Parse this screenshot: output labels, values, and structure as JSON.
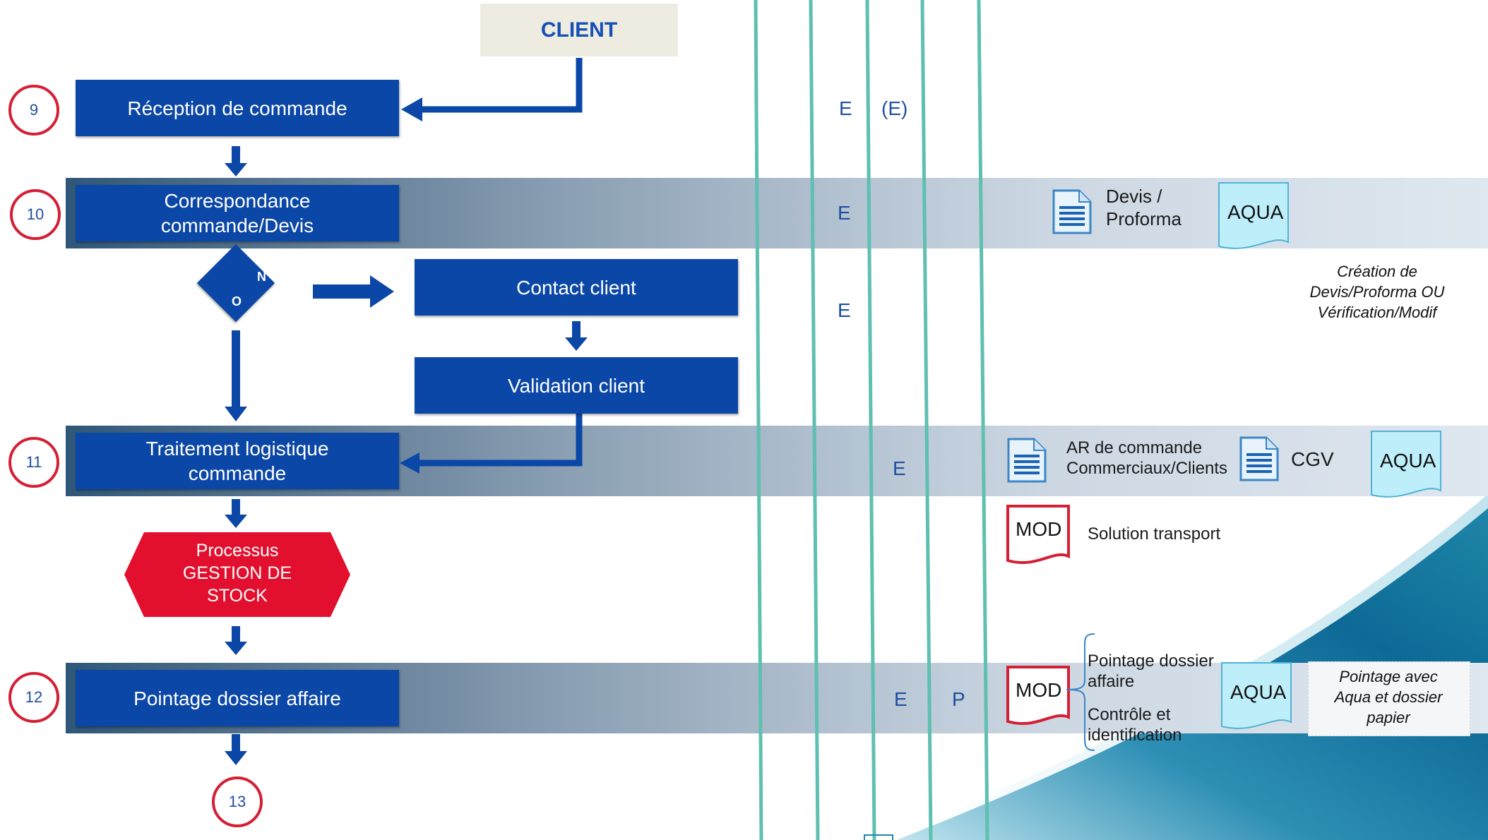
{
  "client": {
    "label": "CLIENT"
  },
  "steps": [
    {
      "number": "9",
      "label": "Réception de commande"
    },
    {
      "number": "10",
      "label": "Correspondance commande/Devis"
    },
    {
      "number": "11",
      "label": "Traitement logistique commande"
    },
    {
      "number": "12",
      "label": "Pointage dossier affaire"
    },
    {
      "number": "13"
    }
  ],
  "decision": {
    "yes": "O",
    "no": "N"
  },
  "side_boxes": {
    "contact": "Contact client",
    "validation": "Validation client"
  },
  "process": {
    "line1": "Processus",
    "line2": "GESTION DE",
    "line3": "STOCK"
  },
  "lane_letters": {
    "r9_a": "E",
    "r9_b": "(E)",
    "r10": "E",
    "r_contact": "E",
    "r11": "E",
    "r12_a": "E",
    "r12_b": "P"
  },
  "documents": {
    "devis_line1": "Devis /",
    "devis_line2": "Proforma",
    "aqua": "AQUA",
    "ar_line1": "AR de commande",
    "ar_line2": "Commerciaux/Clients",
    "cgv": "CGV",
    "mod": "MOD",
    "solution_transport": "Solution transport",
    "pointage_line1": "Pointage dossier",
    "pointage_line2": "affaire",
    "controle_line1": "Contrôle et",
    "controle_line2": "identification"
  },
  "notes": {
    "creation_line1": "Création de",
    "creation_line2": "Devis/Proforma OU",
    "creation_line3": "Vérification/Modif",
    "pointage_line1": "Pointage avec",
    "pointage_line2": "Aqua et dossier",
    "pointage_line3": "papier"
  },
  "colors": {
    "box_blue": "#0b47a6",
    "circle_red": "#d41f35",
    "process_red": "#e2102e",
    "lane_teal": "#5fbfb0",
    "aqua_cyan": "#bdeefa"
  }
}
